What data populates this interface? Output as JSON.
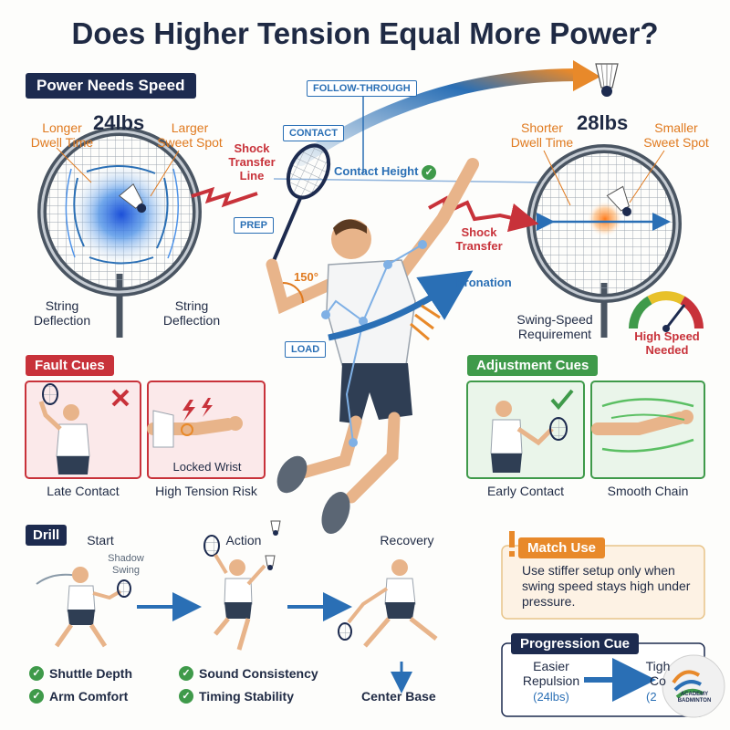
{
  "title": "Does Higher Tension Equal More Power?",
  "power_section": {
    "header": "Power Needs Speed",
    "left_racket": {
      "tension": "24lbs",
      "label_top_left": "Longer\nDwell Time",
      "label_top_right": "Larger\nSweet Spot",
      "label_bottom_left": "String\nDeflection",
      "label_bottom_right": "String\nDeflection"
    },
    "right_racket": {
      "tension": "28lbs",
      "label_top_left": "Shorter\nDwell Time",
      "label_top_right": "Smaller\nSweet Spot"
    },
    "shock_transfer_line": "Shock\nTransfer\nLine",
    "shock_transfer": "Shock\nTransfer",
    "contact_height": "Contact Height",
    "pronation": "Pronation",
    "angle": "150°",
    "swing_speed_requirement": "Swing-Speed\nRequirement",
    "high_speed_needed": "High Speed\nNeeded",
    "phases": {
      "follow_through": "FOLLOW-THROUGH",
      "contact": "CONTACT",
      "prep": "PREP",
      "load": "LOAD"
    }
  },
  "fault_cues": {
    "header": "Fault Cues",
    "panel_left_caption": "Late Contact",
    "panel_right_inner": "Locked Wrist",
    "panel_right_caption": "High Tension Risk"
  },
  "adjustment_cues": {
    "header": "Adjustment Cues",
    "panel_left_caption": "Early Contact",
    "panel_right_caption": "Smooth Chain"
  },
  "drill": {
    "header": "Drill",
    "steps": [
      "Start",
      "Action",
      "Recovery"
    ],
    "shadow_swing": "Shadow\nSwing",
    "checks_left": [
      "Shuttle Depth",
      "Arm Comfort"
    ],
    "checks_mid": [
      "Sound Consistency",
      "Timing Stability"
    ],
    "center_base": "Center Base"
  },
  "match_use": {
    "header": "Match Use",
    "text": "Use stiffer setup only when swing speed stays high under pressure."
  },
  "progression": {
    "header": "Progression Cue",
    "from_label": "Easier\nRepulsion",
    "from_value": "(24lbs)",
    "to_label": "Tigh\nCo",
    "to_value": "(2"
  },
  "logo_text": "ACADEMY BADMINTON",
  "colors": {
    "navy": "#1d2b4f",
    "red": "#c8323a",
    "green": "#3f9a4a",
    "orange": "#e8892a",
    "blue": "#2a6fb5"
  }
}
